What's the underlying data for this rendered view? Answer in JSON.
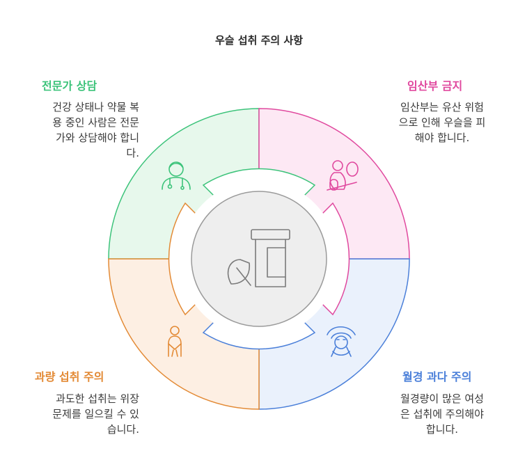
{
  "title": "우슬 섭취 주의 사항",
  "sections": {
    "consult": {
      "heading": "전문가 상담",
      "lines": [
        "건강 상태나 약물 복",
        "용 중인 사람은 전문",
        "가와 상담해야 합니",
        "다."
      ],
      "color": "#3cc37a",
      "fill": "#e7f8ec",
      "icon": "doctor-icon"
    },
    "pregnancy": {
      "heading": "임산부 금지",
      "lines": [
        "임산부는 유산 위험",
        "으로 인해 우슬을 피",
        "해야 합니다."
      ],
      "color": "#e0489e",
      "fill": "#fde8f4",
      "icon": "pregnant-woman-icon"
    },
    "menstruation": {
      "heading": "월경 과다 주의",
      "lines": [
        "월경량이 많은 여성",
        "은 섭취에 주의해야",
        "합니다."
      ],
      "color": "#4a7fd9",
      "fill": "#eaf1fc",
      "icon": "woman-face-icon"
    },
    "overdose": {
      "heading": "과량 섭취 주의",
      "lines": [
        "과도한 섭취는 위장",
        "문제를 일으킬 수 있",
        "습니다."
      ],
      "color": "#e38a35",
      "fill": "#fdefe3",
      "icon": "stomach-ache-icon"
    }
  },
  "center": {
    "icon": "herbal-medicine-bottle-icon",
    "fill": "#eeeeee",
    "stroke": "#9a9a9a"
  }
}
